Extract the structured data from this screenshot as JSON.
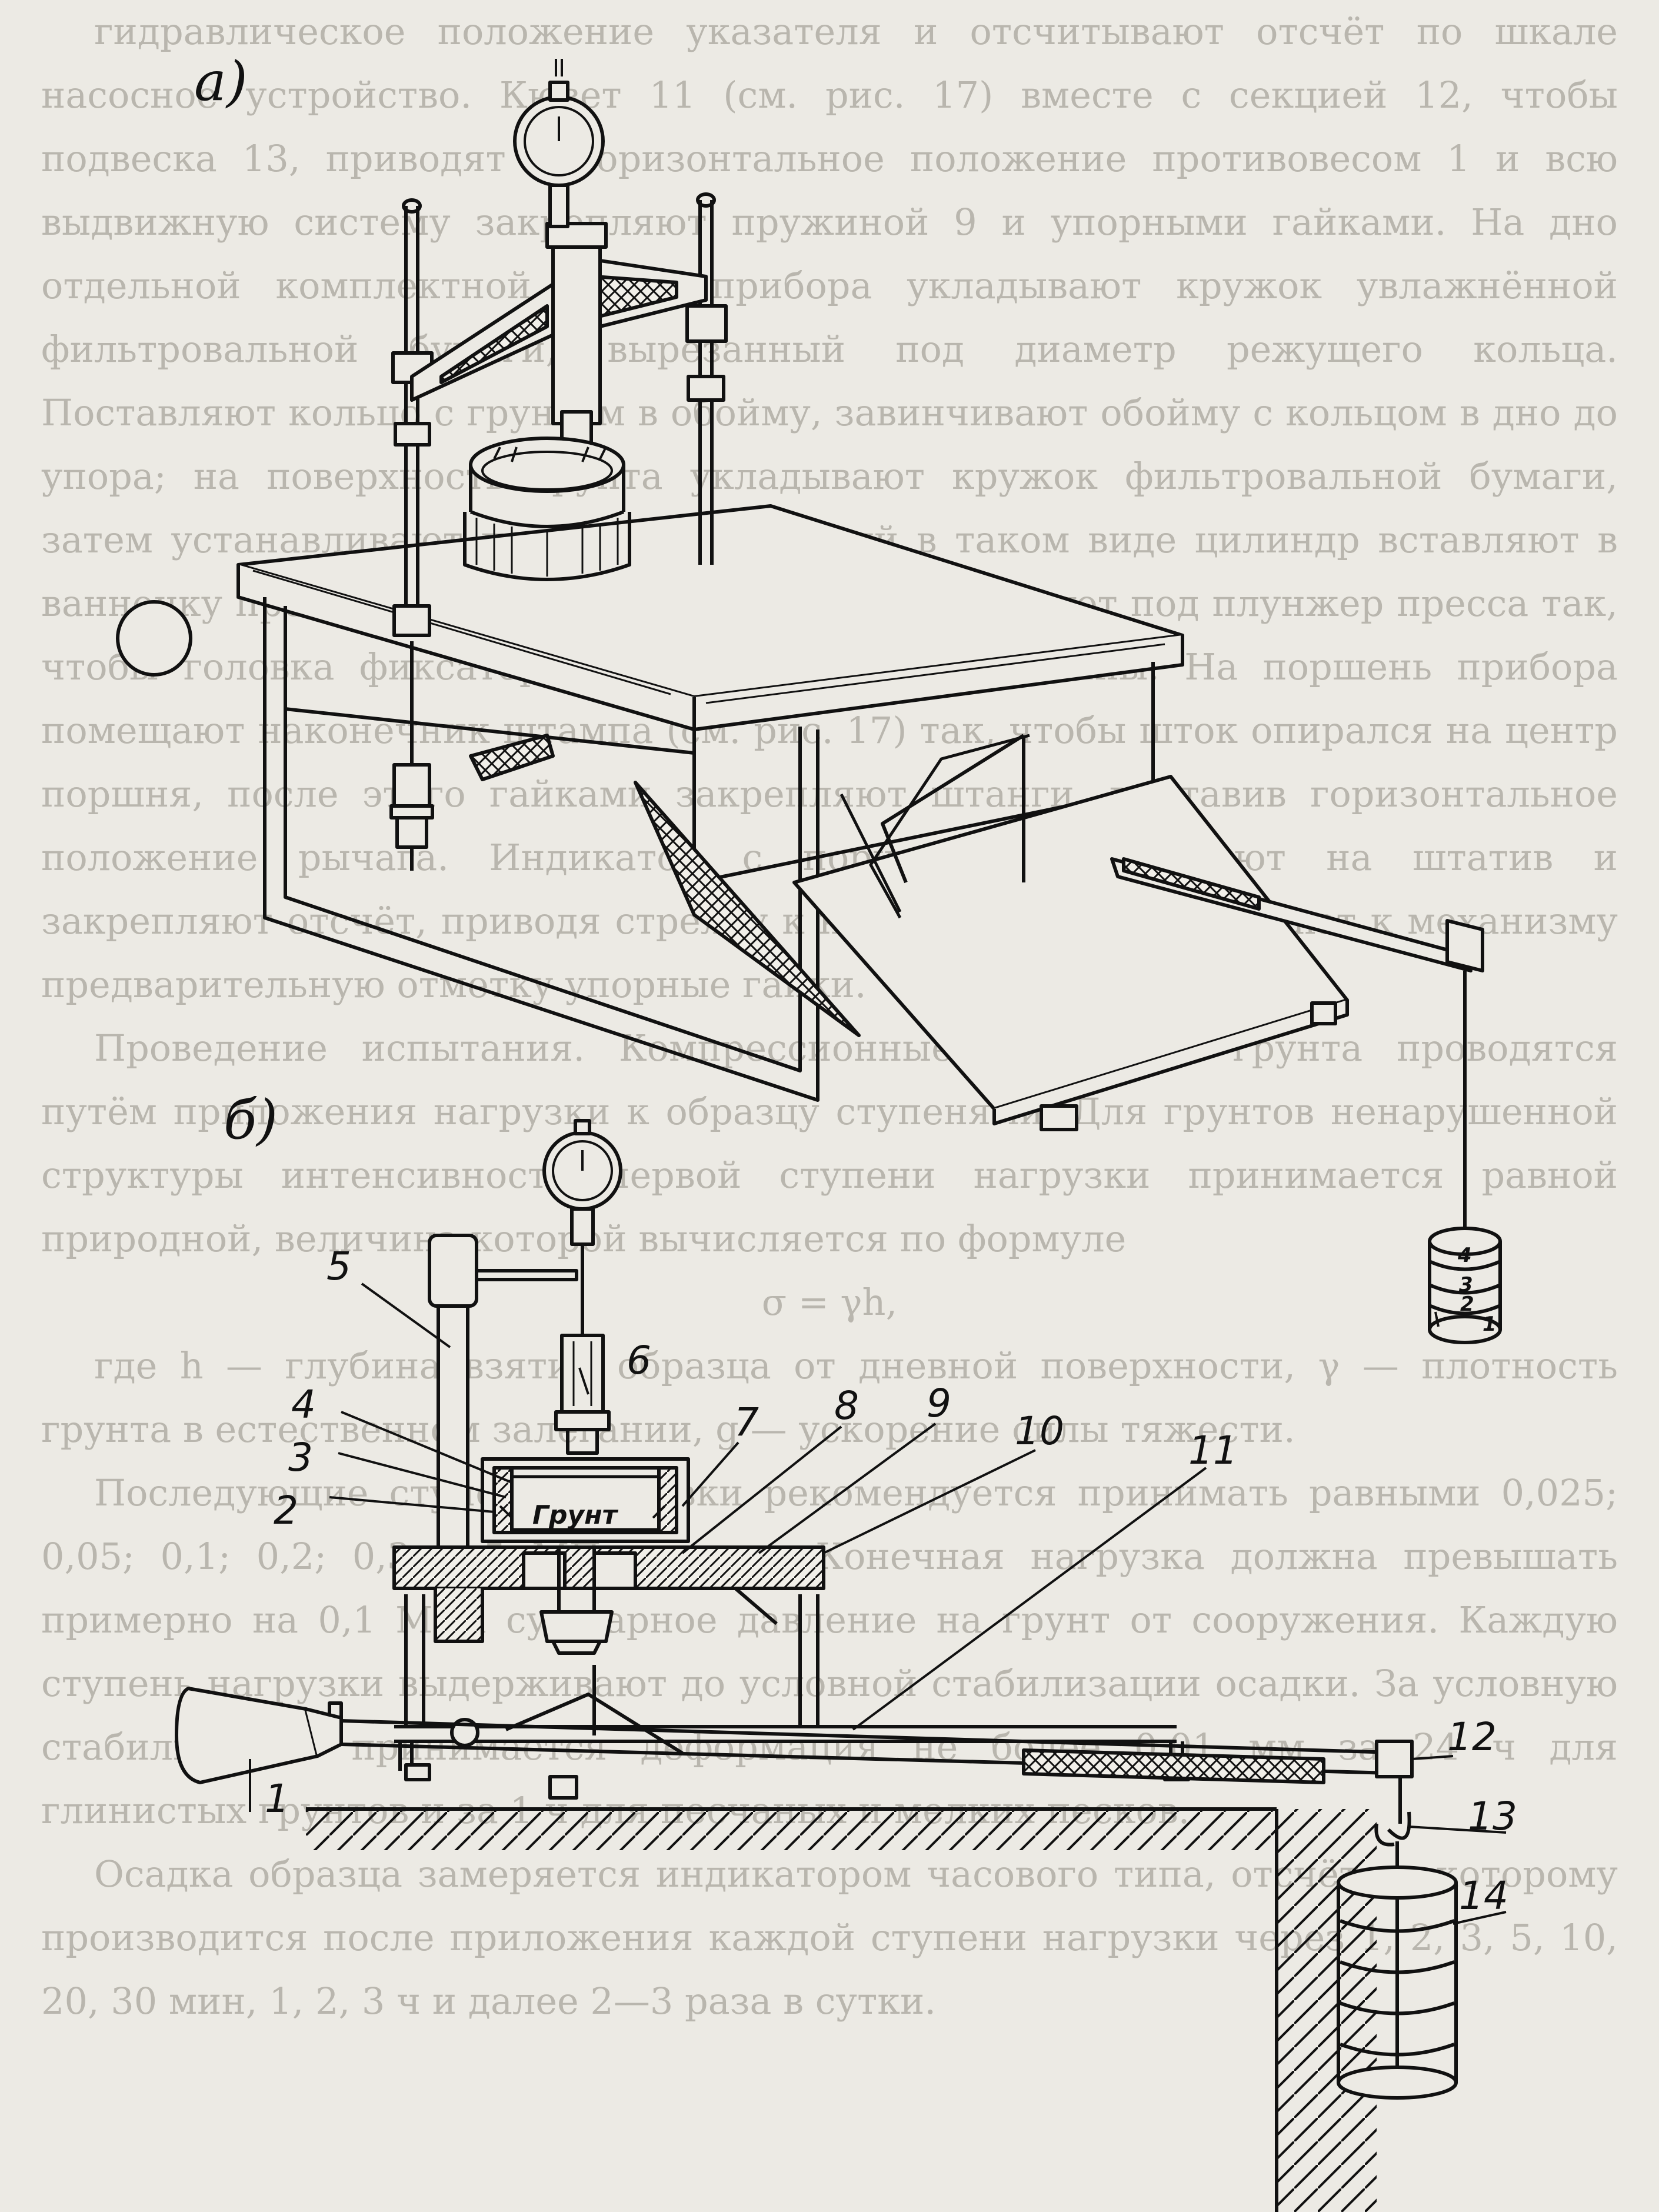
{
  "figure": {
    "panel_a": "а)",
    "panel_b": "б)",
    "grunt_label": "Грунт",
    "callouts": [
      "1",
      "2",
      "3",
      "4",
      "5",
      "6",
      "7",
      "8",
      "9",
      "10",
      "11",
      "12",
      "13",
      "14"
    ],
    "weights": [
      "4",
      "3",
      "2",
      "1"
    ]
  },
  "background_text": {
    "paragraphs": [
      "гидравлическое положение указателя и отсчитывают отсчёт по шкале насосное устройство. Кювет 11 (см. рис. 17) вместе с секцией 12, чтобы подвеска 13, приводят в горизонтальное положение противовесом 1 и всю выдвижную систему закрепляют пружиной 9 и упорными гайками. На дно отдельной комплектной части прибора укладывают кружок увлажнённой фильтровальной бумаги, вырезанный под диаметр режущего кольца. Поставляют кольцо с грунтом в обойму, завинчивают обойму с кольцом в дно до упора; на поверхность грунта укладывают кружок фильтровальной бумаги, затем устанавливают поршень. Собранный в таком виде цилиндр вставляют в ванночку прессового прибора, которую устанавливают под плунжер пресса так, чтобы головка фиксатора вошла в гнездо дна ванны. На поршень прибора помещают наконечник штампа (см. рис. 17) так, чтобы шток опирался на центр поршня, после этого гайками закрепляют штанги, выставив горизонтальное положение рычага. Индикатор с поршня устанавливают на штатив и закрепляют отсчёт, приводя стрелку к нулю, затем прикладывают к механизму предварительную отметку упорные гайки.",
      "Проведение испытания. Компрессионные испытания грунта проводятся путём приложения нагрузки к образцу ступенями. Для грунтов ненарушенной структуры интенсивность первой ступени нагрузки принимается равной природной, величина которой вычисляется по формуле",
      "σ = γh,",
      "где h — глубина взятия образца от дневной поверхности, γ — плотность грунта в естественном залегании, g — ускорение силы тяжести.",
      "Последующие ступени нагрузки рекомендуется принимать равными 0,025; 0,05; 0,1; 0,2; 0,3; 0,5 МПа и т. д. Конечная нагрузка должна превышать примерно на 0,1 МПа суммарное давление на грунт от сооружения. Каждую ступень нагрузки выдерживают до условной стабилизации осадки. За условную стабилизацию принимается деформация не более 0,01 мм за 24 ч для глинистых грунтов и за 1 ч для песчаных и мелких песков.",
      "Осадка образца замеряется индикатором часового типа, отсчёт по которому производится после приложения каждой ступени нагрузки через 1, 2, 3, 5, 10, 20, 30 мин, 1, 2, 3 ч и далее 2—3 раза в сутки."
    ]
  }
}
